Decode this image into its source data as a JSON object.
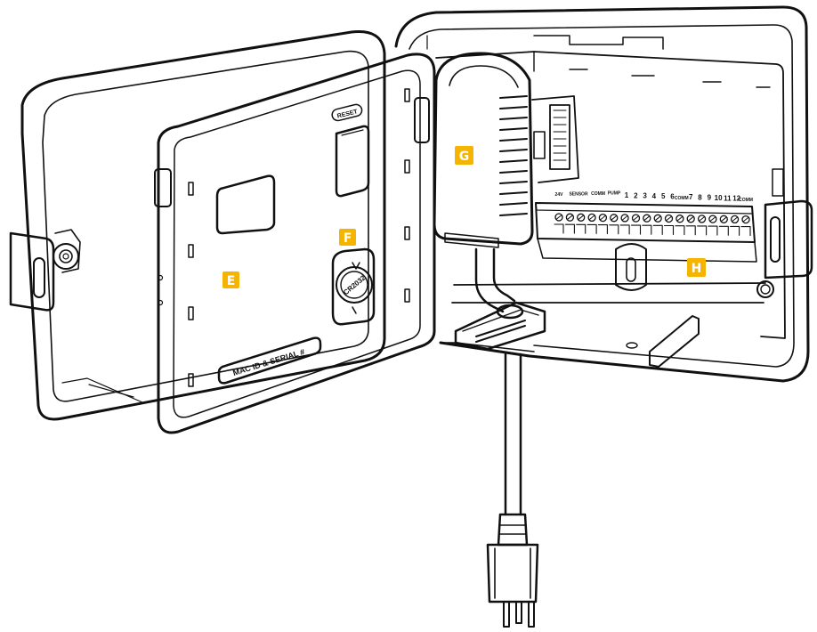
{
  "callouts": {
    "E": "E",
    "F": "F",
    "G": "G",
    "H": "H"
  },
  "panel_labels": {
    "reset": "RESET",
    "battery": "CR2032",
    "mac": "MAC ID & SERIAL #"
  },
  "terminal_labels": {
    "left_group": [
      "24V",
      "SENSOR",
      "COMM",
      "PUMP"
    ],
    "zones": [
      "1",
      "2",
      "3",
      "4",
      "5",
      "6",
      "COMM",
      "7",
      "8",
      "9",
      "10",
      "11",
      "12",
      "COMM"
    ]
  },
  "colors": {
    "callout": "#F4B400",
    "line": "#111111",
    "background": "#ffffff"
  }
}
